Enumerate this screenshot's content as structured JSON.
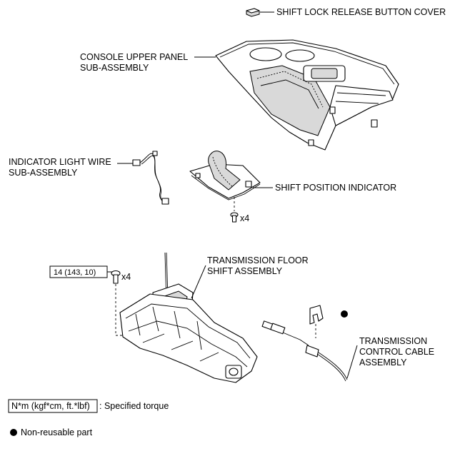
{
  "labels": {
    "shift_lock_cover": "SHIFT LOCK RELEASE BUTTON COVER",
    "console_upper_panel_1": "CONSOLE UPPER PANEL",
    "console_upper_panel_2": "SUB-ASSEMBLY",
    "indicator_wire_1": "INDICATOR LIGHT WIRE",
    "indicator_wire_2": "SUB-ASSEMBLY",
    "shift_position_indicator": "SHIFT POSITION INDICATOR",
    "indicator_screws_qty": "x4",
    "torque_value": "14 (143, 10)",
    "floor_bolts_qty": "x4",
    "floor_shift_1": "TRANSMISSION FLOOR",
    "floor_shift_2": "SHIFT ASSEMBLY",
    "control_cable_1": "TRANSMISSION",
    "control_cable_2": "CONTROL CABLE",
    "control_cable_3": "ASSEMBLY"
  },
  "legend": {
    "torque_units": "N*m (kgf*cm, ft.*lbf)",
    "torque_desc": ": Specified torque",
    "non_reusable": "Non-reusable part"
  }
}
